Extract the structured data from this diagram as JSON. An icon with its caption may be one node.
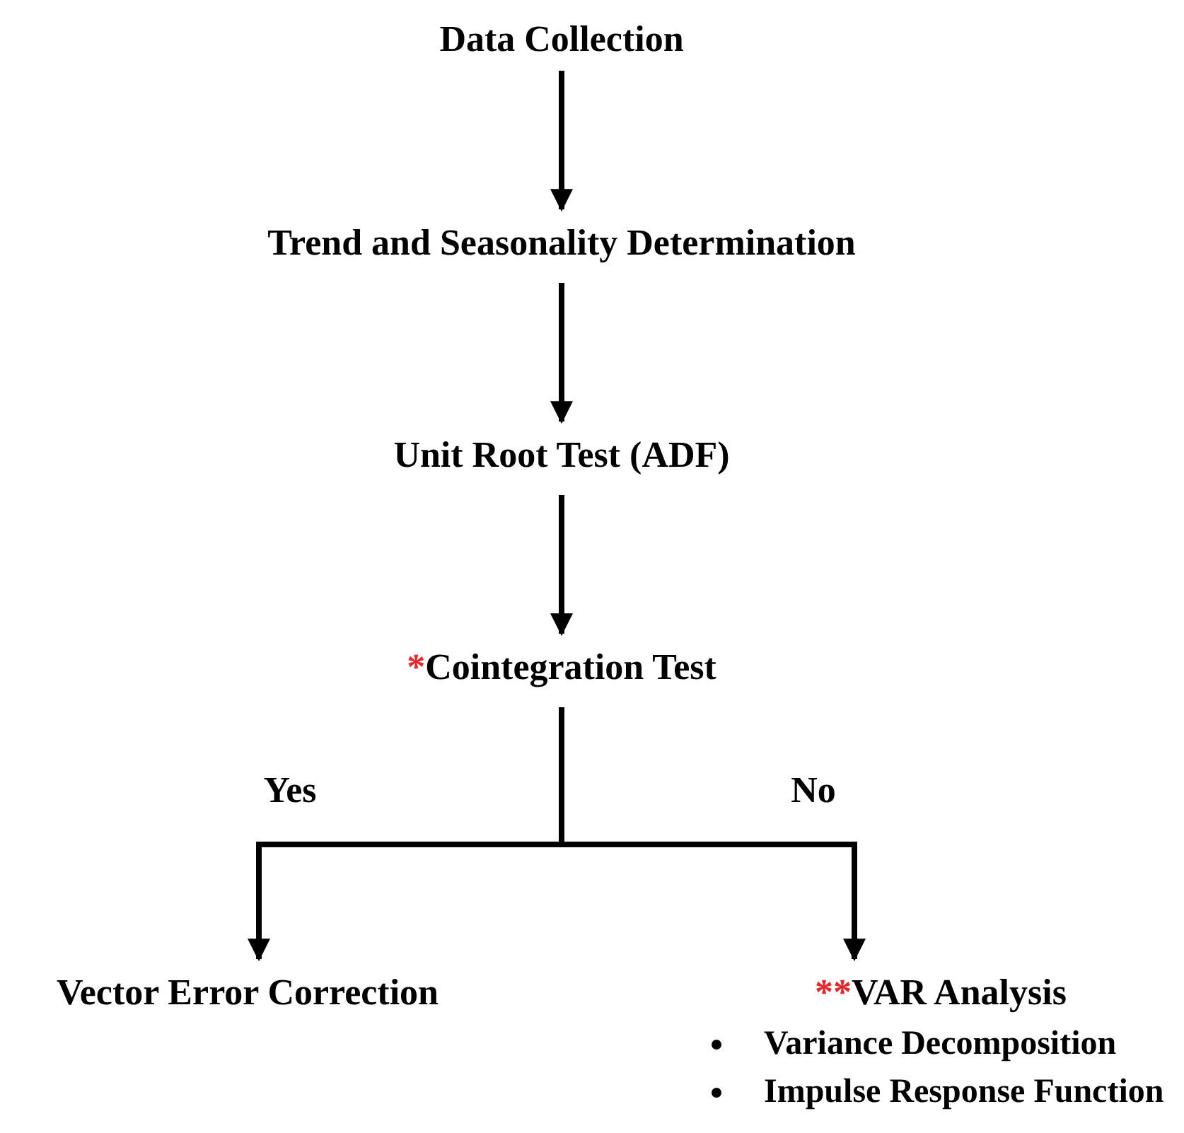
{
  "diagram": {
    "nodes": [
      {
        "text": [
          "Data Collection"
        ]
      },
      {
        "text": [
          "Trend and Seasonality Determination"
        ]
      },
      {
        "text": [
          "Unit Root Test (ADF)"
        ]
      },
      {
        "text": [
          "*Cointegration Test"
        ]
      },
      {
        "text": [
          "Vector Error Correction"
        ]
      },
      {
        "text": [
          "**VAR Analysis",
          "Variance Decomposition",
          "Impulse Response Function"
        ]
      }
    ],
    "edges": [
      {
        "from": 0,
        "to": 1,
        "arrow": "to"
      },
      {
        "from": 1,
        "to": 2,
        "arrow": "to"
      },
      {
        "from": 2,
        "to": 3,
        "arrow": "to"
      },
      {
        "from": 3,
        "to": 4,
        "arrow": "to",
        "label": "Yes"
      },
      {
        "from": 3,
        "to": 5,
        "arrow": "to",
        "label": "No"
      }
    ]
  }
}
